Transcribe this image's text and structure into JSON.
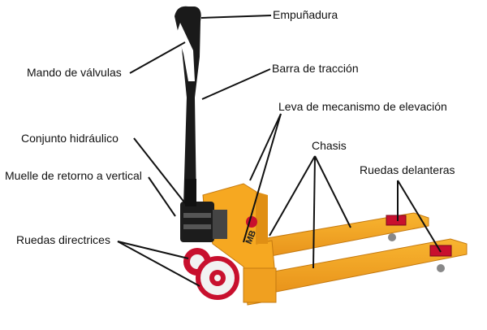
{
  "labels": {
    "empunadura": "Empuñadura",
    "mando_valvulas": "Mando de válvulas",
    "barra_traccion": "Barra de tracción",
    "leva_elevacion": "Leva de mecanismo de elevación",
    "conjunto_hidraulico": "Conjunto hidráulico",
    "chasis": "Chasis",
    "ruedas_delanteras": "Ruedas delanteras",
    "muelle_retorno": "Muelle de retorno a vertical",
    "ruedas_directrices": "Ruedas directrices"
  },
  "brand_mark": "MB",
  "colors": {
    "frame": "#f4a51c",
    "frame_shadow": "#d9870f",
    "handle": "#1a1a1a",
    "wheel_rim": "#c8102e",
    "wheel_tyre": "#f2f2f2",
    "callout_line": "#111111"
  }
}
